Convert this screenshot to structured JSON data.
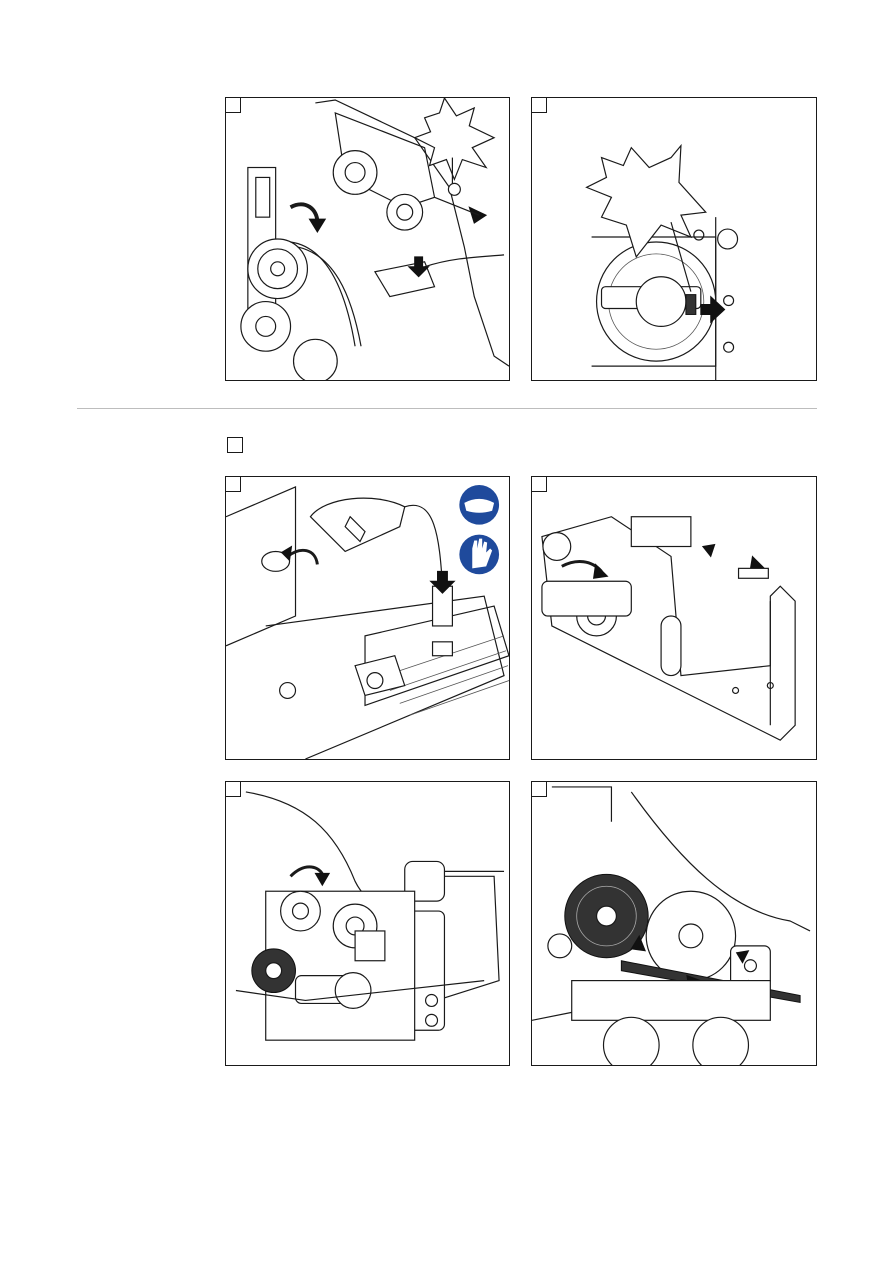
{
  "page": {
    "figures": [
      {
        "id": "fig-top-left",
        "checkbox": ""
      },
      {
        "id": "fig-top-right",
        "checkbox": ""
      },
      {
        "id": "fig-mid-left",
        "checkbox": ""
      },
      {
        "id": "fig-mid-right",
        "checkbox": ""
      },
      {
        "id": "fig-bottom-left",
        "checkbox": ""
      },
      {
        "id": "fig-bottom-right",
        "checkbox": ""
      }
    ],
    "section_checkbox": "",
    "icons": [
      "explosion-warning-icon",
      "safety-goggles-icon",
      "safety-gloves-icon",
      "curved-arrow-icon",
      "push-arrow-icon"
    ],
    "colors": {
      "mandatory_sign_blue": "#1f4a9c",
      "line": "#1a1a1a",
      "divider": "#bdbdbd"
    }
  }
}
